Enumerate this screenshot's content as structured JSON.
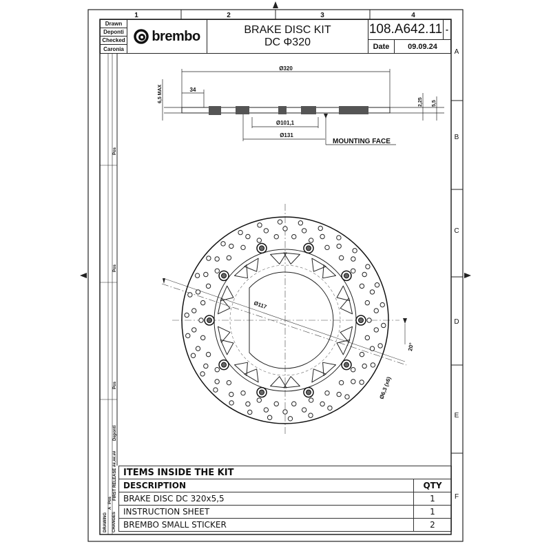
{
  "grid": {
    "columns": [
      "1",
      "2",
      "3",
      "4"
    ],
    "rows": [
      "A",
      "B",
      "C",
      "D",
      "E",
      "F"
    ]
  },
  "title_block": {
    "roles": [
      "Drawn",
      "Deponti",
      "Checked",
      "Caronia"
    ],
    "brand": "brembo",
    "title_line1": "BRAKE DISC KIT",
    "title_line2": "DC Φ320",
    "part_number": "108.A642.11",
    "revision": "-",
    "date_label": "Date",
    "date_value": "09.09.24"
  },
  "revision_block": {
    "drawing_label": "DRAWING",
    "changes_label": "CHANGES",
    "rev": "A",
    "pos": "Pos",
    "first_release": "FIRST RELEASE ##.##.##",
    "author": "Deponti",
    "dash": "-",
    "pos_labels": [
      "Pos",
      "Pos",
      "Pos"
    ]
  },
  "side_view": {
    "dim_outer": "Ø320",
    "dim_34": "34",
    "dim_max": "6,5 MAX",
    "dim_225": "2,25",
    "dim_55": "5,5",
    "dim_1011": "Ø101,1",
    "dim_131": "Ø131",
    "mounting_face": "MOUNTING FACE"
  },
  "front_view": {
    "dim_117": "Ø117",
    "dim_holes": "Ø6,3 (x6)",
    "dim_angle": "20°",
    "bolt_count": 10
  },
  "items_table": {
    "heading": "ITEMS INSIDE THE KIT",
    "columns": [
      "DESCRIPTION",
      "QTY"
    ],
    "rows": [
      {
        "description": "BRAKE DISC DC 320x5,5",
        "qty": "1"
      },
      {
        "description": "INSTRUCTION SHEET",
        "qty": "1"
      },
      {
        "description": "BREMBO SMALL STICKER",
        "qty": "2"
      }
    ]
  },
  "colors": {
    "line": "#222222",
    "brand": "#111111"
  }
}
